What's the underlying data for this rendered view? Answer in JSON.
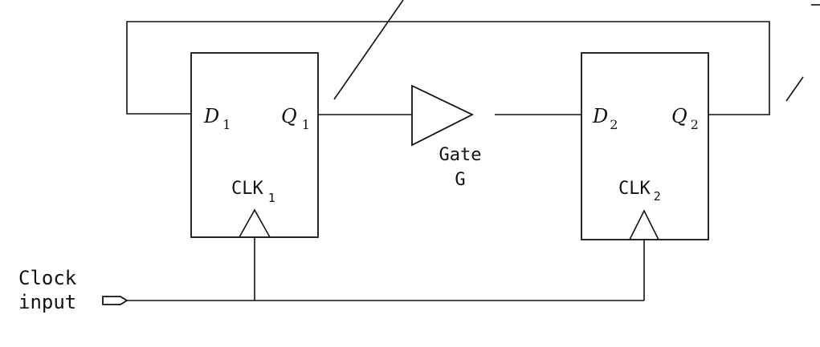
{
  "flipflop1": {
    "d_main": "D",
    "d_sub": "1",
    "q_main": "Q",
    "q_sub": "1",
    "clk_main": "CLK",
    "clk_sub": "1"
  },
  "flipflop2": {
    "d_main": "D",
    "d_sub": "2",
    "q_main": "Q",
    "q_sub": "2",
    "clk_main": "CLK",
    "clk_sub": "2"
  },
  "gate": {
    "line1": "Gate",
    "line2": "G"
  },
  "clock_input": {
    "line1": "Clock",
    "line2": "input"
  }
}
